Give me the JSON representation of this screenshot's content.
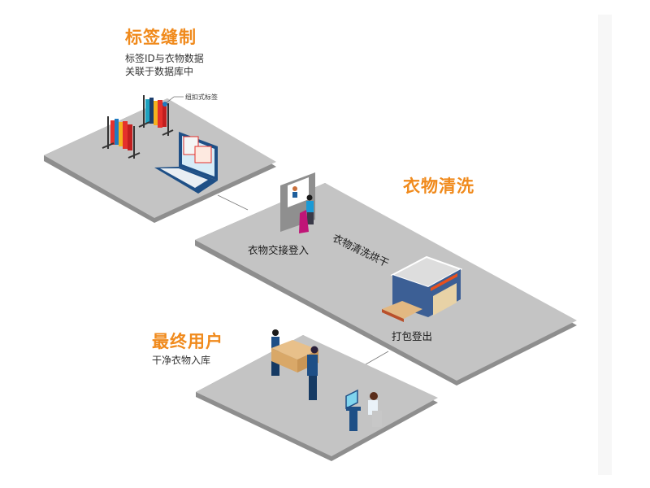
{
  "stages": [
    {
      "title": "标签缝制",
      "description_lines": [
        "标签ID与衣物数据",
        "关联于数据库中"
      ],
      "callout": "纽扣式标签"
    },
    {
      "title": "衣物清洗",
      "labels": {
        "handover": "衣物交接登入",
        "washing": "衣物清洗烘干",
        "packing": "打包登出"
      }
    },
    {
      "title": "最终用户",
      "description_lines": [
        "干净衣物入库"
      ]
    }
  ],
  "colors": {
    "accent": "#f08a1c",
    "platform_top": "#c4c4c4",
    "platform_edge": "#8e8e8e",
    "laptop": "#1e4f86",
    "warehouse": "#3c5f95"
  }
}
